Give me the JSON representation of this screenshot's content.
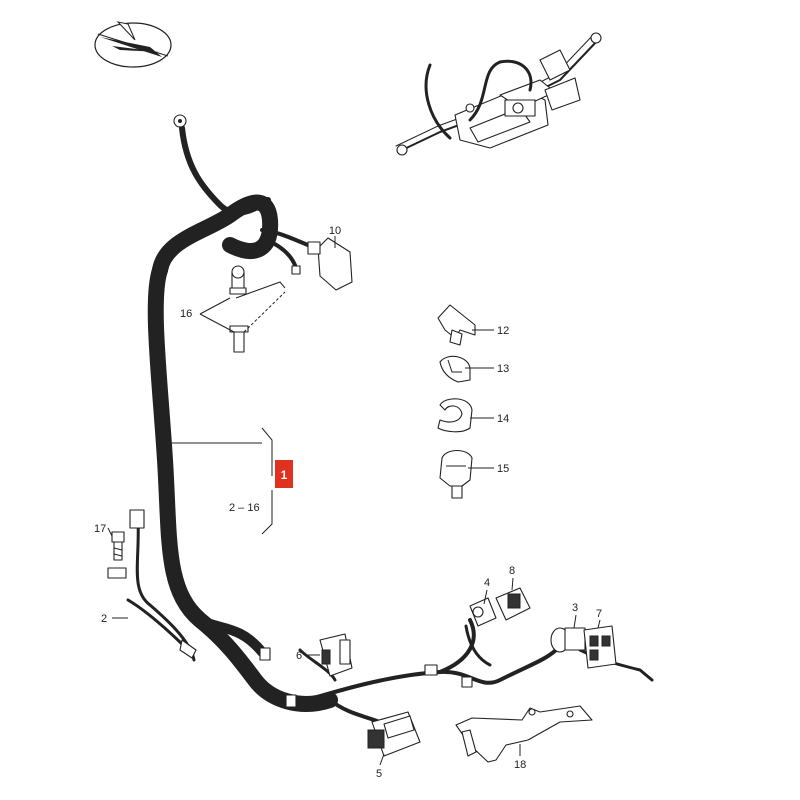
{
  "diagram": {
    "highlight": {
      "label": "1",
      "color": "#e0301e"
    },
    "range_label": "2 – 16",
    "parts": [
      {
        "id": "p10",
        "label": "10"
      },
      {
        "id": "p16",
        "label": "16"
      },
      {
        "id": "p12",
        "label": "12"
      },
      {
        "id": "p13",
        "label": "13"
      },
      {
        "id": "p14",
        "label": "14"
      },
      {
        "id": "p15",
        "label": "15"
      },
      {
        "id": "p17",
        "label": "17"
      },
      {
        "id": "p2",
        "label": "2"
      },
      {
        "id": "p6",
        "label": "6"
      },
      {
        "id": "p4",
        "label": "4"
      },
      {
        "id": "p8",
        "label": "8"
      },
      {
        "id": "p3",
        "label": "3"
      },
      {
        "id": "p7",
        "label": "7"
      },
      {
        "id": "p5",
        "label": "5"
      },
      {
        "id": "p18",
        "label": "18"
      }
    ]
  }
}
